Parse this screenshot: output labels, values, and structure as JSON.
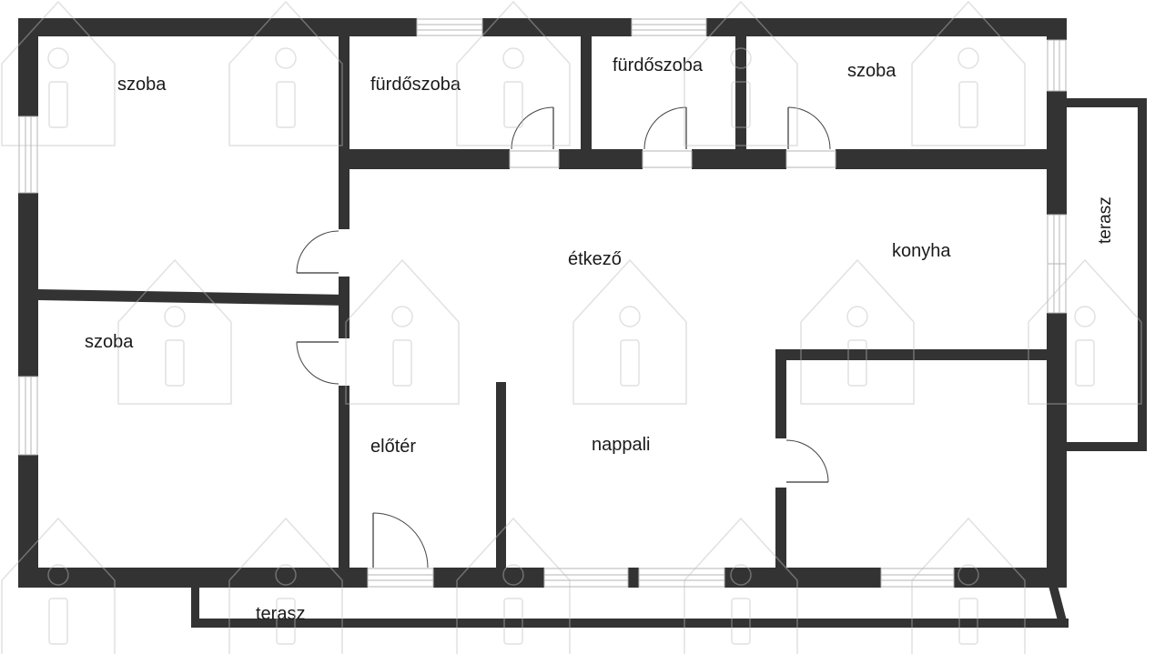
{
  "rooms": {
    "szoba_top_left": "szoba",
    "furdoszoba_1": "fürdőszoba",
    "furdoszoba_2": "fürdőszoba",
    "szoba_top_right": "szoba",
    "szoba_left": "szoba",
    "etkezo": "étkező",
    "konyha": "konyha",
    "terasz_right": "terasz",
    "eloter": "előtér",
    "nappali": "nappali",
    "terasz_bottom": "terasz"
  },
  "colors": {
    "wall": "#333333",
    "background": "#ffffff",
    "window_frame": "#b5b5b5",
    "watermark": "#bdbdbd"
  },
  "watermark_icon": "info-house-icon"
}
